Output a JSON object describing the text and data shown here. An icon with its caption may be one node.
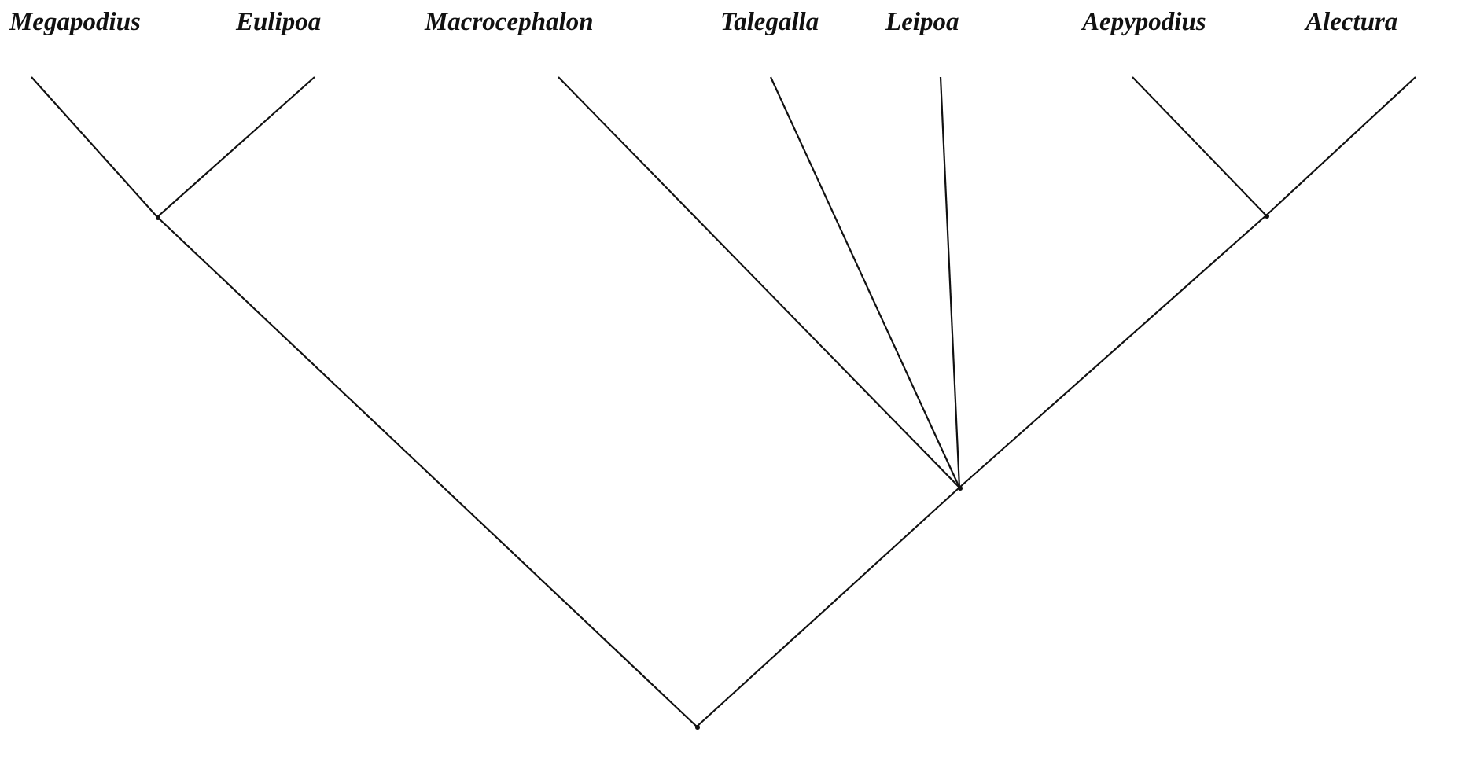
{
  "diagram": {
    "nodes": [
      {
        "text": [
          "Megapodius"
        ]
      },
      {
        "text": [
          "Eulipoa"
        ]
      },
      {
        "text": [
          "Macrocephalon"
        ]
      },
      {
        "text": [
          "Talegalla"
        ]
      },
      {
        "text": [
          "Leipoa"
        ]
      },
      {
        "text": [
          "Aepypodius"
        ]
      },
      {
        "text": [
          "Alectura"
        ]
      },
      {
        "text": [],
        "shape": "point"
      },
      {
        "text": [],
        "shape": "point"
      },
      {
        "text": [],
        "shape": "point"
      },
      {
        "text": [],
        "shape": "point"
      }
    ],
    "edges": [
      {
        "from": 0,
        "to": 7,
        "arrow": "none"
      },
      {
        "from": 1,
        "to": 7,
        "arrow": "none"
      },
      {
        "from": 2,
        "to": 9,
        "arrow": "none"
      },
      {
        "from": 3,
        "to": 9,
        "arrow": "none"
      },
      {
        "from": 4,
        "to": 9,
        "arrow": "none"
      },
      {
        "from": 5,
        "to": 8,
        "arrow": "none"
      },
      {
        "from": 6,
        "to": 8,
        "arrow": "none"
      },
      {
        "from": 7,
        "to": 10,
        "arrow": "none"
      },
      {
        "from": 8,
        "to": 9,
        "arrow": "none"
      },
      {
        "from": 9,
        "to": 10,
        "arrow": "none"
      }
    ]
  }
}
